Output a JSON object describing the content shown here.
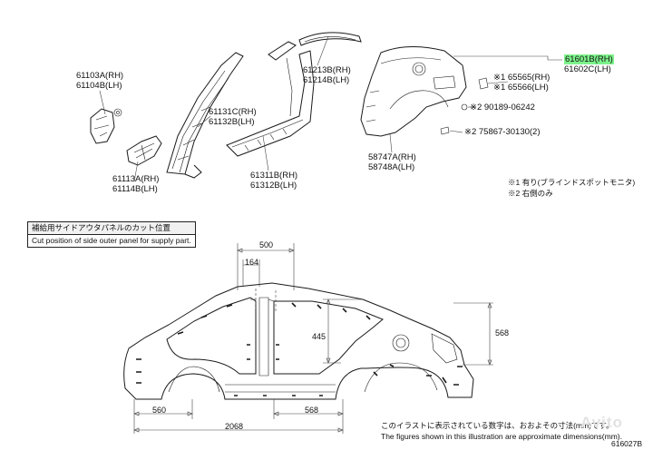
{
  "labels": {
    "p61103": [
      "61103A(RH)",
      "61104B(LH)"
    ],
    "p61113": [
      "61113A(RH)",
      "61114B(LH)"
    ],
    "p61131": [
      "61131C(RH)",
      "61132B(LH)"
    ],
    "p61311": [
      "61311B(RH)",
      "61312B(LH)"
    ],
    "p61213": [
      "61213B(RH)",
      "61214B(LH)"
    ],
    "p58747": [
      "58747A(RH)",
      "58748A(LH)"
    ],
    "p61601": [
      "61601B(RH)",
      "61602C(LH)"
    ],
    "p65565": [
      "※1 65565(RH)",
      "※1 65566(LH)"
    ],
    "p90189": "※2 90189-06242",
    "p75867": "※2 75867-30130(2)"
  },
  "notes": [
    "※1 有り(ブラインドスポットモニタ)",
    "※2 右側のみ"
  ],
  "cut_box": {
    "title": "補給用サイドアウタパネルのカット位置",
    "subtitle": "Cut position of side outer panel for supply part."
  },
  "dimensions": {
    "d500": "500",
    "d164": "164",
    "d445": "445",
    "d568_right": "568",
    "d560": "560",
    "d2068": "2068",
    "d568_bottom": "568"
  },
  "footer": {
    "jp": "このイラストに表示されている数字は、おおよその寸法(mm)です。",
    "en": "The figures shown in this illustration are approximate dimensions(mm).",
    "code": "616027B"
  },
  "watermark": "Avito"
}
